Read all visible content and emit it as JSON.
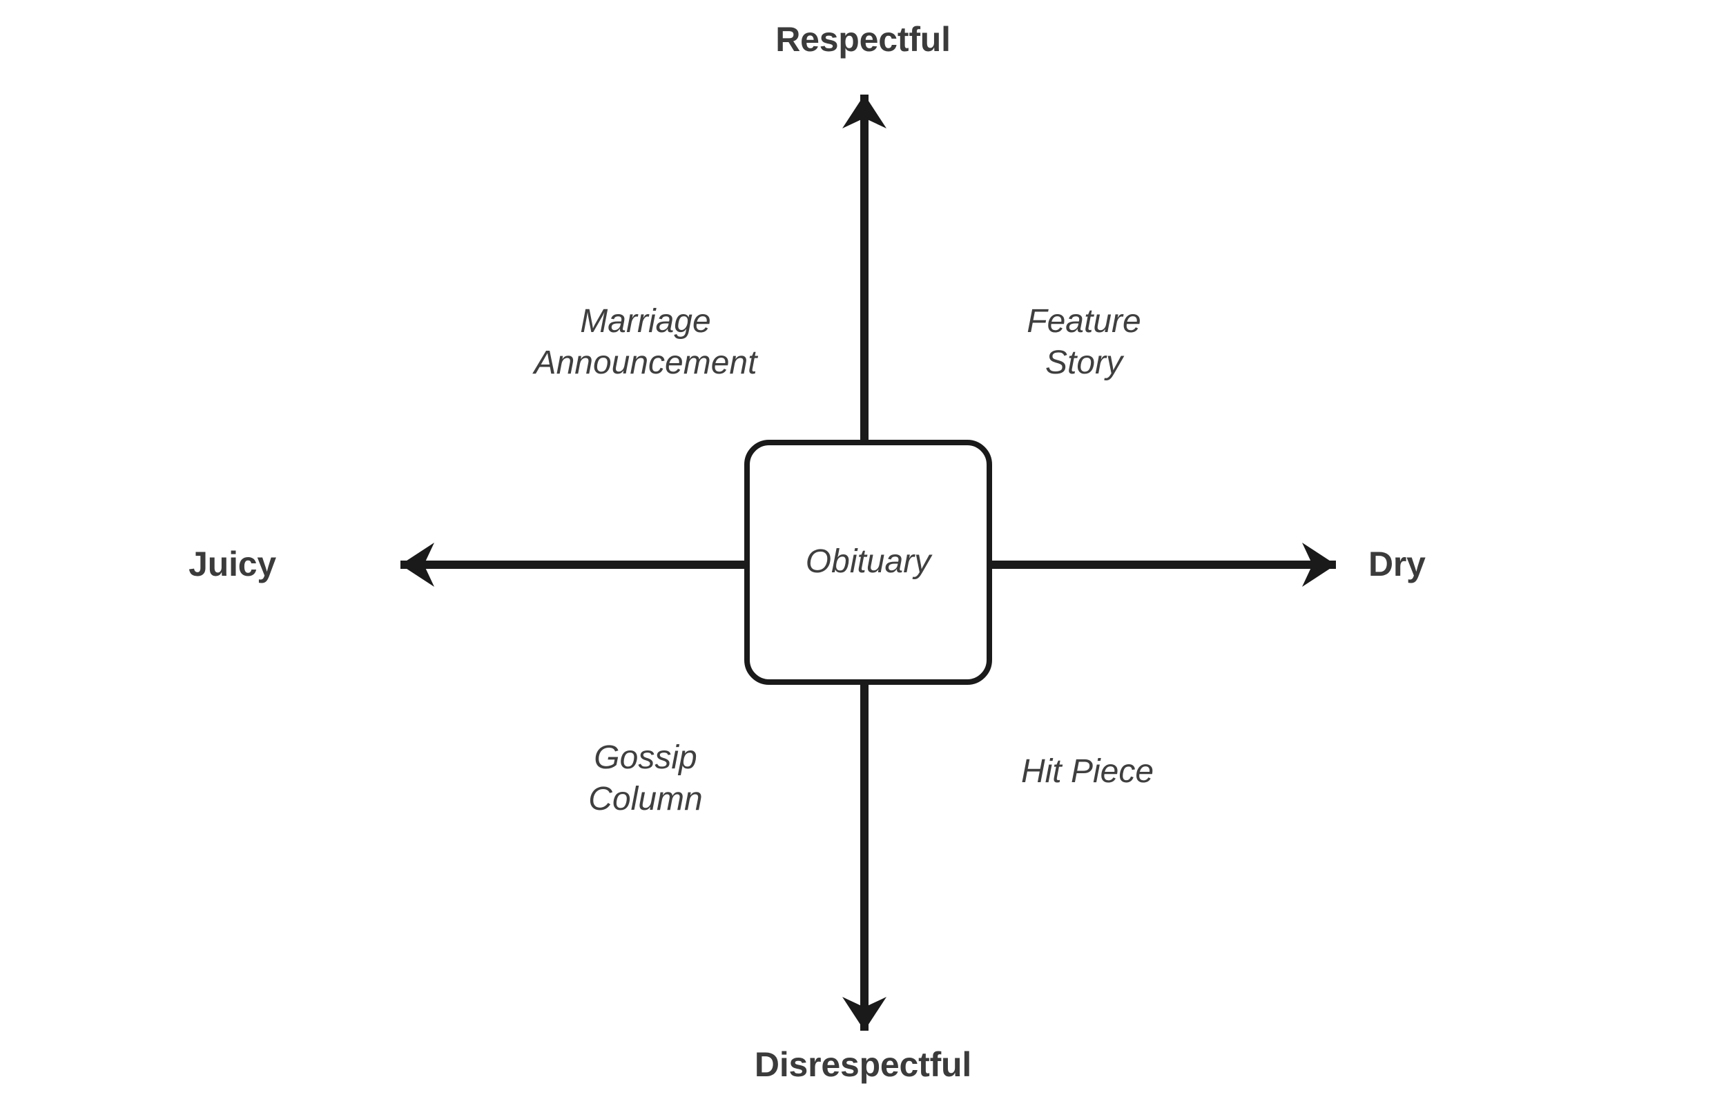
{
  "diagram": {
    "type": "quadrant-matrix",
    "title": "",
    "background_color": "#ffffff",
    "axis_color": "#1a1a1a",
    "label_color": "#3b3b3b",
    "quadrant_label_color": "#3f3f3f",
    "center": {
      "label": "Obituary",
      "shape": "rounded-rectangle",
      "fill": "#ffffff",
      "border_color": "#1a1a1a"
    },
    "axes": {
      "vertical": {
        "top_label": "Respectful",
        "bottom_label": "Disrespectful"
      },
      "horizontal": {
        "left_label": "Juicy",
        "right_label": "Dry"
      }
    },
    "quadrants": [
      {
        "position": "top-left",
        "label": "Marriage\nAnnouncement",
        "axes": "Respectful + Juicy"
      },
      {
        "position": "top-right",
        "label": "Feature\nStory",
        "axes": "Respectful + Dry"
      },
      {
        "position": "bottom-left",
        "label": "Gossip\nColumn",
        "axes": "Disrespectful + Juicy"
      },
      {
        "position": "bottom-right",
        "label": "Hit Piece",
        "axes": "Disrespectful + Dry"
      }
    ]
  }
}
